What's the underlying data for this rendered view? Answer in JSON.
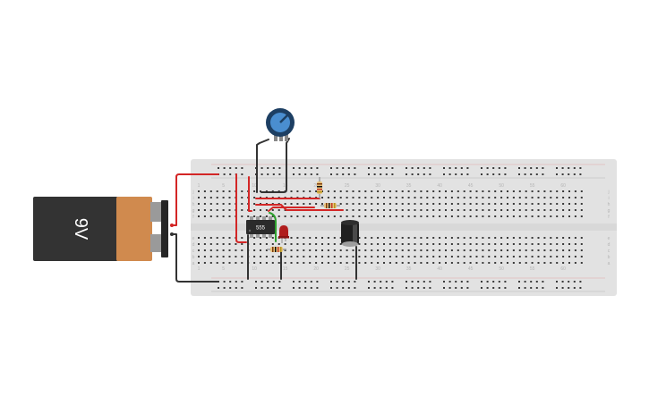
{
  "circuit": {
    "battery": {
      "label": "9V",
      "body_color": "#333333",
      "cap_color": "#d08a4e"
    },
    "chip": {
      "label": "555"
    },
    "breadboard": {
      "column_numbers": [
        "1",
        "5",
        "10",
        "15",
        "20",
        "25",
        "30",
        "35",
        "40",
        "45",
        "50",
        "55",
        "60"
      ],
      "row_letters_top": [
        "j",
        "i",
        "h",
        "g",
        "f"
      ],
      "row_letters_bottom": [
        "e",
        "d",
        "c",
        "b",
        "a"
      ]
    },
    "colors": {
      "breadboard": "#e2e2e2",
      "hole": "#3a3a3a",
      "rail_red": "#e06a6a",
      "rail_blue": "#8c8c8c",
      "wire_red": "#d32626",
      "wire_black": "#333333",
      "wire_green": "#2ca02c",
      "led_red": "#b01c1c",
      "pot_blue": "#2a6fb0",
      "capacitor": "#1f1f1f"
    }
  }
}
